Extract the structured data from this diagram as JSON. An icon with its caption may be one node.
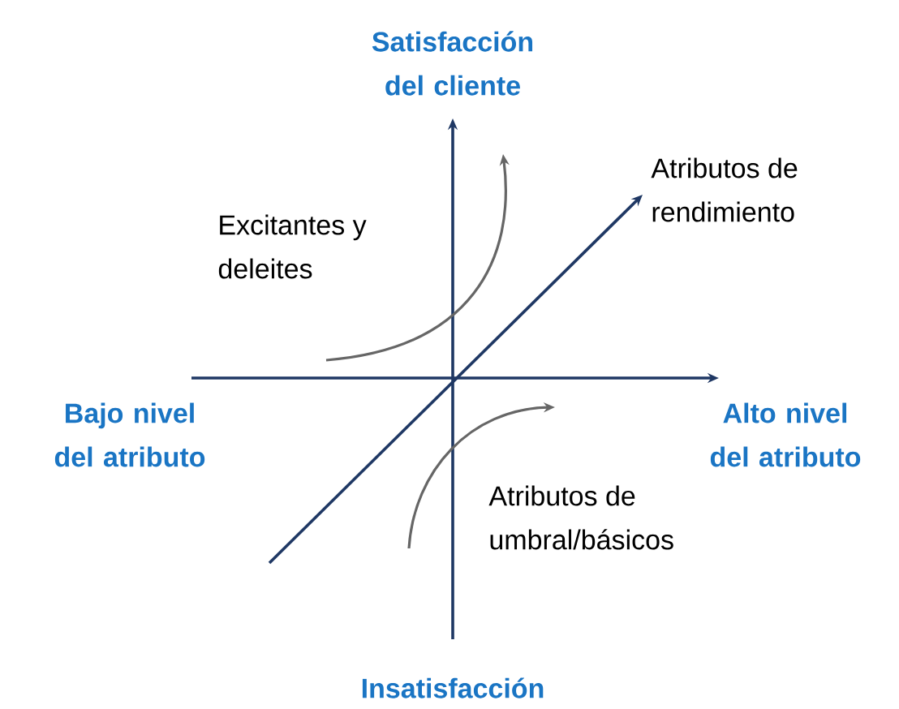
{
  "diagram": {
    "labels": [
      "Satisfacción del cliente",
      "Atributos de rendimiento",
      "Excitantes y deleites",
      "Bajo nivel del atributo",
      "Alto nivel del atributo",
      "Atributos de umbral/básicos",
      "Insatisfacción"
    ]
  }
}
